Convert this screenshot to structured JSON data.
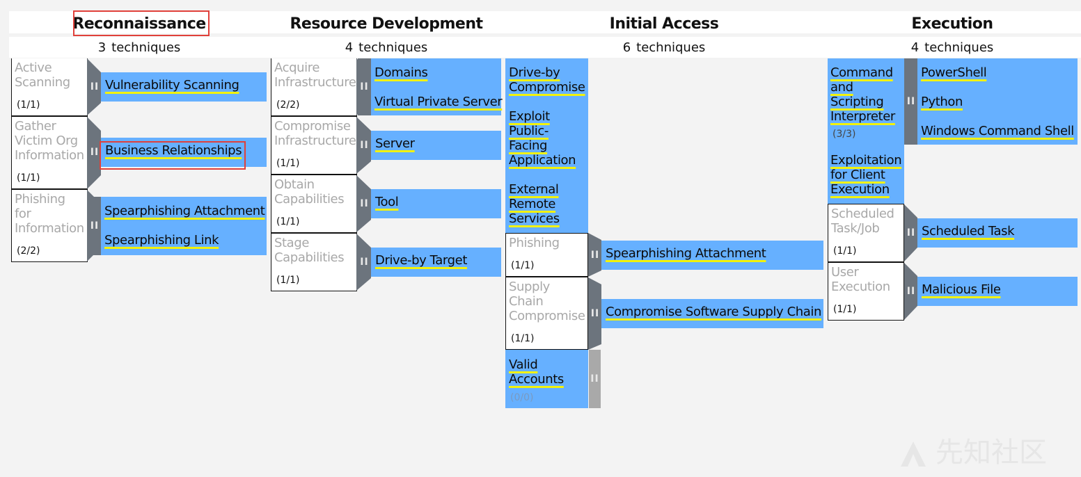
{
  "count_word": "techniques",
  "tactics": [
    {
      "title": "Reconnaissance",
      "count": "3"
    },
    {
      "title": "Resource Development",
      "count": "4"
    },
    {
      "title": "Initial Access",
      "count": "6"
    },
    {
      "title": "Execution",
      "count": "4"
    }
  ],
  "recon": {
    "t1": {
      "lines": [
        "Active",
        "Scanning"
      ],
      "count": "(1/1)"
    },
    "t2": {
      "lines": [
        "Gather",
        "Victim Org",
        "Information"
      ],
      "count": "(1/1)"
    },
    "t3": {
      "lines": [
        "Phishing",
        "for",
        "Information"
      ],
      "count": "(2/2)"
    },
    "subs": [
      "Vulnerability Scanning",
      "Business Relationships",
      "Spearphishing Attachment",
      "Spearphishing Link"
    ]
  },
  "resdev": {
    "t1": {
      "lines": [
        "Acquire",
        "Infrastructure"
      ],
      "count": "(2/2)"
    },
    "t2": {
      "lines": [
        "Compromise",
        "Infrastructure"
      ],
      "count": "(1/1)"
    },
    "t3": {
      "lines": [
        "Obtain",
        "Capabilities"
      ],
      "count": "(1/1)"
    },
    "t4": {
      "lines": [
        "Stage",
        "Capabilities"
      ],
      "count": "(1/1)"
    },
    "subs": [
      "Domains",
      "Virtual Private Server",
      "Server",
      "Tool",
      "Drive-by Target"
    ]
  },
  "initial": {
    "t1": {
      "lines": [
        "Drive-by",
        "Compromise"
      ]
    },
    "t2": {
      "lines": [
        "Exploit",
        "Public-",
        "Facing",
        "Application"
      ]
    },
    "t3": {
      "lines": [
        "External",
        "Remote",
        "Services"
      ]
    },
    "t4": {
      "lines": [
        "Phishing"
      ],
      "count": "(1/1)"
    },
    "t5": {
      "lines": [
        "Supply",
        "Chain",
        "Compromise"
      ],
      "count": "(1/1)"
    },
    "t6": {
      "lines": [
        "Valid",
        "Accounts"
      ],
      "count": "(0/0)"
    },
    "subs": [
      "Spearphishing Attachment",
      "Compromise Software Supply Chain"
    ]
  },
  "execution": {
    "t1": {
      "lines": [
        "Command",
        "and",
        "Scripting",
        "Interpreter"
      ],
      "count": "(3/3)"
    },
    "t2": {
      "lines": [
        "Exploitation",
        "for Client",
        "Execution"
      ]
    },
    "t3": {
      "lines": [
        "Scheduled",
        "Task/Job"
      ],
      "count": "(1/1)"
    },
    "t4": {
      "lines": [
        "User",
        "Execution"
      ],
      "count": "(1/1)"
    },
    "subs": [
      "PowerShell",
      "Python",
      "Windows Command Shell",
      "Scheduled Task",
      "Malicious File"
    ]
  },
  "handle_glyph": "II",
  "watermark": "先知社区",
  "colors": {
    "blue_cell": "#66b0ff",
    "handle": "#6c747d",
    "underline": "#f2f20a",
    "highlight_box": "#e0403a"
  }
}
